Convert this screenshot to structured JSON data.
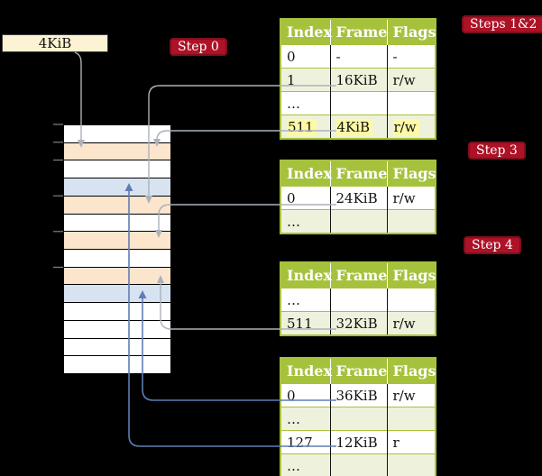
{
  "cr3_box": {
    "label": "4KiB"
  },
  "labels": {
    "step0": "Step 0",
    "steps12": "Steps 1&2",
    "step3": "Step 3",
    "step4": "Step 4"
  },
  "memory_column": {
    "rows": [
      "white",
      "orange",
      "white",
      "blue",
      "orange",
      "white",
      "orange",
      "white",
      "orange",
      "blue",
      "white",
      "white",
      "white",
      "white"
    ]
  },
  "page_tables": [
    {
      "headers": [
        "Index",
        "Frame",
        "Flags"
      ],
      "rows": [
        {
          "cells": [
            "0",
            "-",
            "-"
          ],
          "shade": "white"
        },
        {
          "cells": [
            "1",
            "16KiB",
            "r/w"
          ],
          "shade": "green"
        },
        {
          "cells": [
            "…",
            "",
            ""
          ],
          "shade": "white"
        },
        {
          "cells": [
            "511",
            "4KiB",
            "r/w"
          ],
          "shade": "green",
          "highlight": true
        }
      ]
    },
    {
      "headers": [
        "Index",
        "Frame",
        "Flags"
      ],
      "rows": [
        {
          "cells": [
            "0",
            "24KiB",
            "r/w"
          ],
          "shade": "white"
        },
        {
          "cells": [
            "…",
            "",
            ""
          ],
          "shade": "green"
        }
      ]
    },
    {
      "headers": [
        "Index",
        "Frame",
        "Flags"
      ],
      "rows": [
        {
          "cells": [
            "…",
            "",
            ""
          ],
          "shade": "white"
        },
        {
          "cells": [
            "511",
            "32KiB",
            "r/w"
          ],
          "shade": "green"
        }
      ]
    },
    {
      "headers": [
        "Index",
        "Frame",
        "Flags"
      ],
      "rows": [
        {
          "cells": [
            "0",
            "36KiB",
            "r/w"
          ],
          "shade": "white"
        },
        {
          "cells": [
            "…",
            "",
            ""
          ],
          "shade": "green"
        },
        {
          "cells": [
            "127",
            "12KiB",
            "r"
          ],
          "shade": "white"
        },
        {
          "cells": [
            "…",
            "",
            ""
          ],
          "shade": "green"
        }
      ]
    }
  ],
  "colors": {
    "header_green": "#a6c23d",
    "row_green": "#eef2dc",
    "orange": "#fce5cd",
    "blue": "#d8e3f2",
    "cream": "#fcf3d4",
    "crimson": "#ad1226",
    "crimson_dark": "#800e1c",
    "highlight": "#fdf9a6",
    "gray_line": "#abb2ba",
    "blue_line": "#5f7db2"
  }
}
